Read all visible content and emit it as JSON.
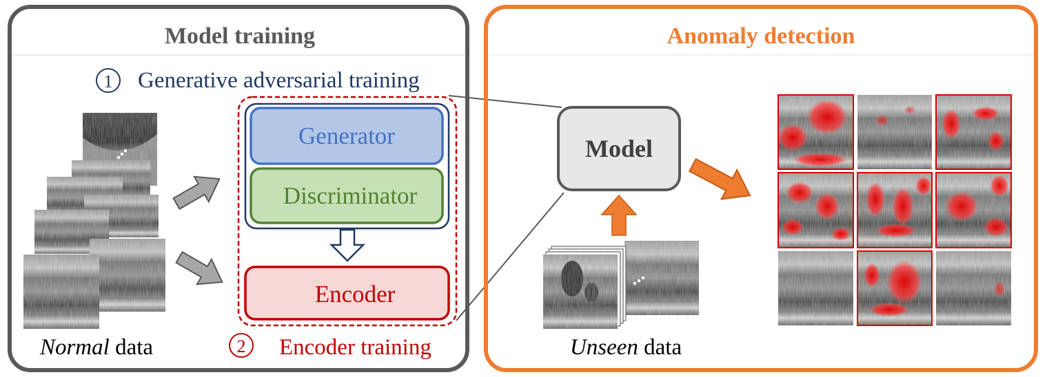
{
  "training_panel": {
    "title": "Model training",
    "step1_number": "1",
    "step1_label": "Generative adversarial training",
    "generator_label": "Generator",
    "discriminator_label": "Discriminator",
    "encoder_label": "Encoder",
    "step2_number": "2",
    "step2_label": "Encoder training",
    "normal_data_italic": "Normal",
    "normal_data_rest": " data"
  },
  "detection_panel": {
    "title": "Anomaly detection",
    "model_label": "Model",
    "unseen_data_italic": "Unseen",
    "unseen_data_rest": " data"
  },
  "colors": {
    "gray_frame": "#595959",
    "orange": "#ED7D31",
    "navy": "#1F3864",
    "generator_fill": "#B4C7E7",
    "generator_stroke": "#4472C4",
    "discriminator_fill": "#C5E0B4",
    "discriminator_stroke": "#548235",
    "encoder_fill": "#F8D7D7",
    "red": "#C00000"
  }
}
